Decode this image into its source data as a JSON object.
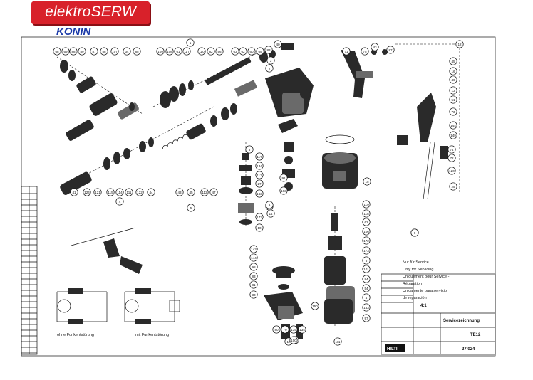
{
  "brand": {
    "logo_text": "elektroSERW",
    "location": "KONIN",
    "colors": {
      "logo_bg": "#d8212a",
      "location_text": "#1b3aa8"
    }
  },
  "drawing": {
    "caption_no_suppression": "ohne Funkentstörung",
    "caption_with_suppression": "mit Funkentstörung",
    "service_notes": [
      "Nur für Service",
      "Only for Servicing",
      "Uniquement pour Service -",
      "Réparation",
      "Unicamente para servicio",
      "de reparación"
    ],
    "scale": "4:1",
    "title_block_heading": "Servicezeichnung",
    "model": "TE12",
    "drawing_number": "27 024",
    "brand_mark": "HILTI"
  },
  "callouts": {
    "top_left_assembly": [
      "68",
      "69",
      "88",
      "89",
      "87",
      "58",
      "107",
      "34",
      "85"
    ],
    "center_top_assembly": [
      "109",
      "108",
      "61",
      "117",
      "110",
      "82",
      "56",
      "63",
      "62",
      "60",
      "65",
      "83",
      "40",
      "1"
    ],
    "right_handle": [
      "71",
      "75",
      "43",
      "87",
      "12"
    ],
    "right_column": [
      "45",
      "16",
      "46",
      "13",
      "51",
      "73",
      "144",
      "149",
      "74",
      "72",
      "120",
      "25"
    ],
    "left_chuck_row": [
      "41",
      "124",
      "121",
      "115",
      "114",
      "111",
      "122",
      "44",
      "43",
      "45",
      "112",
      "47"
    ],
    "center_parts": [
      "117",
      "134",
      "113",
      "27",
      "163",
      "53",
      "173",
      "10",
      "91",
      "163",
      "15"
    ],
    "lower_center": [
      "143",
      "144",
      "98",
      "83",
      "81",
      "33",
      "80",
      "79",
      "135",
      "134",
      "17"
    ],
    "right_lower": [
      "119",
      "118",
      "62",
      "106",
      "172",
      "173",
      "5",
      "101",
      "84",
      "54",
      "4",
      "6",
      "150",
      "163",
      "97",
      "111"
    ],
    "group_markers": [
      "2",
      "3",
      "4",
      "5",
      "6",
      "8",
      "9",
      "14",
      "17",
      "100"
    ]
  }
}
